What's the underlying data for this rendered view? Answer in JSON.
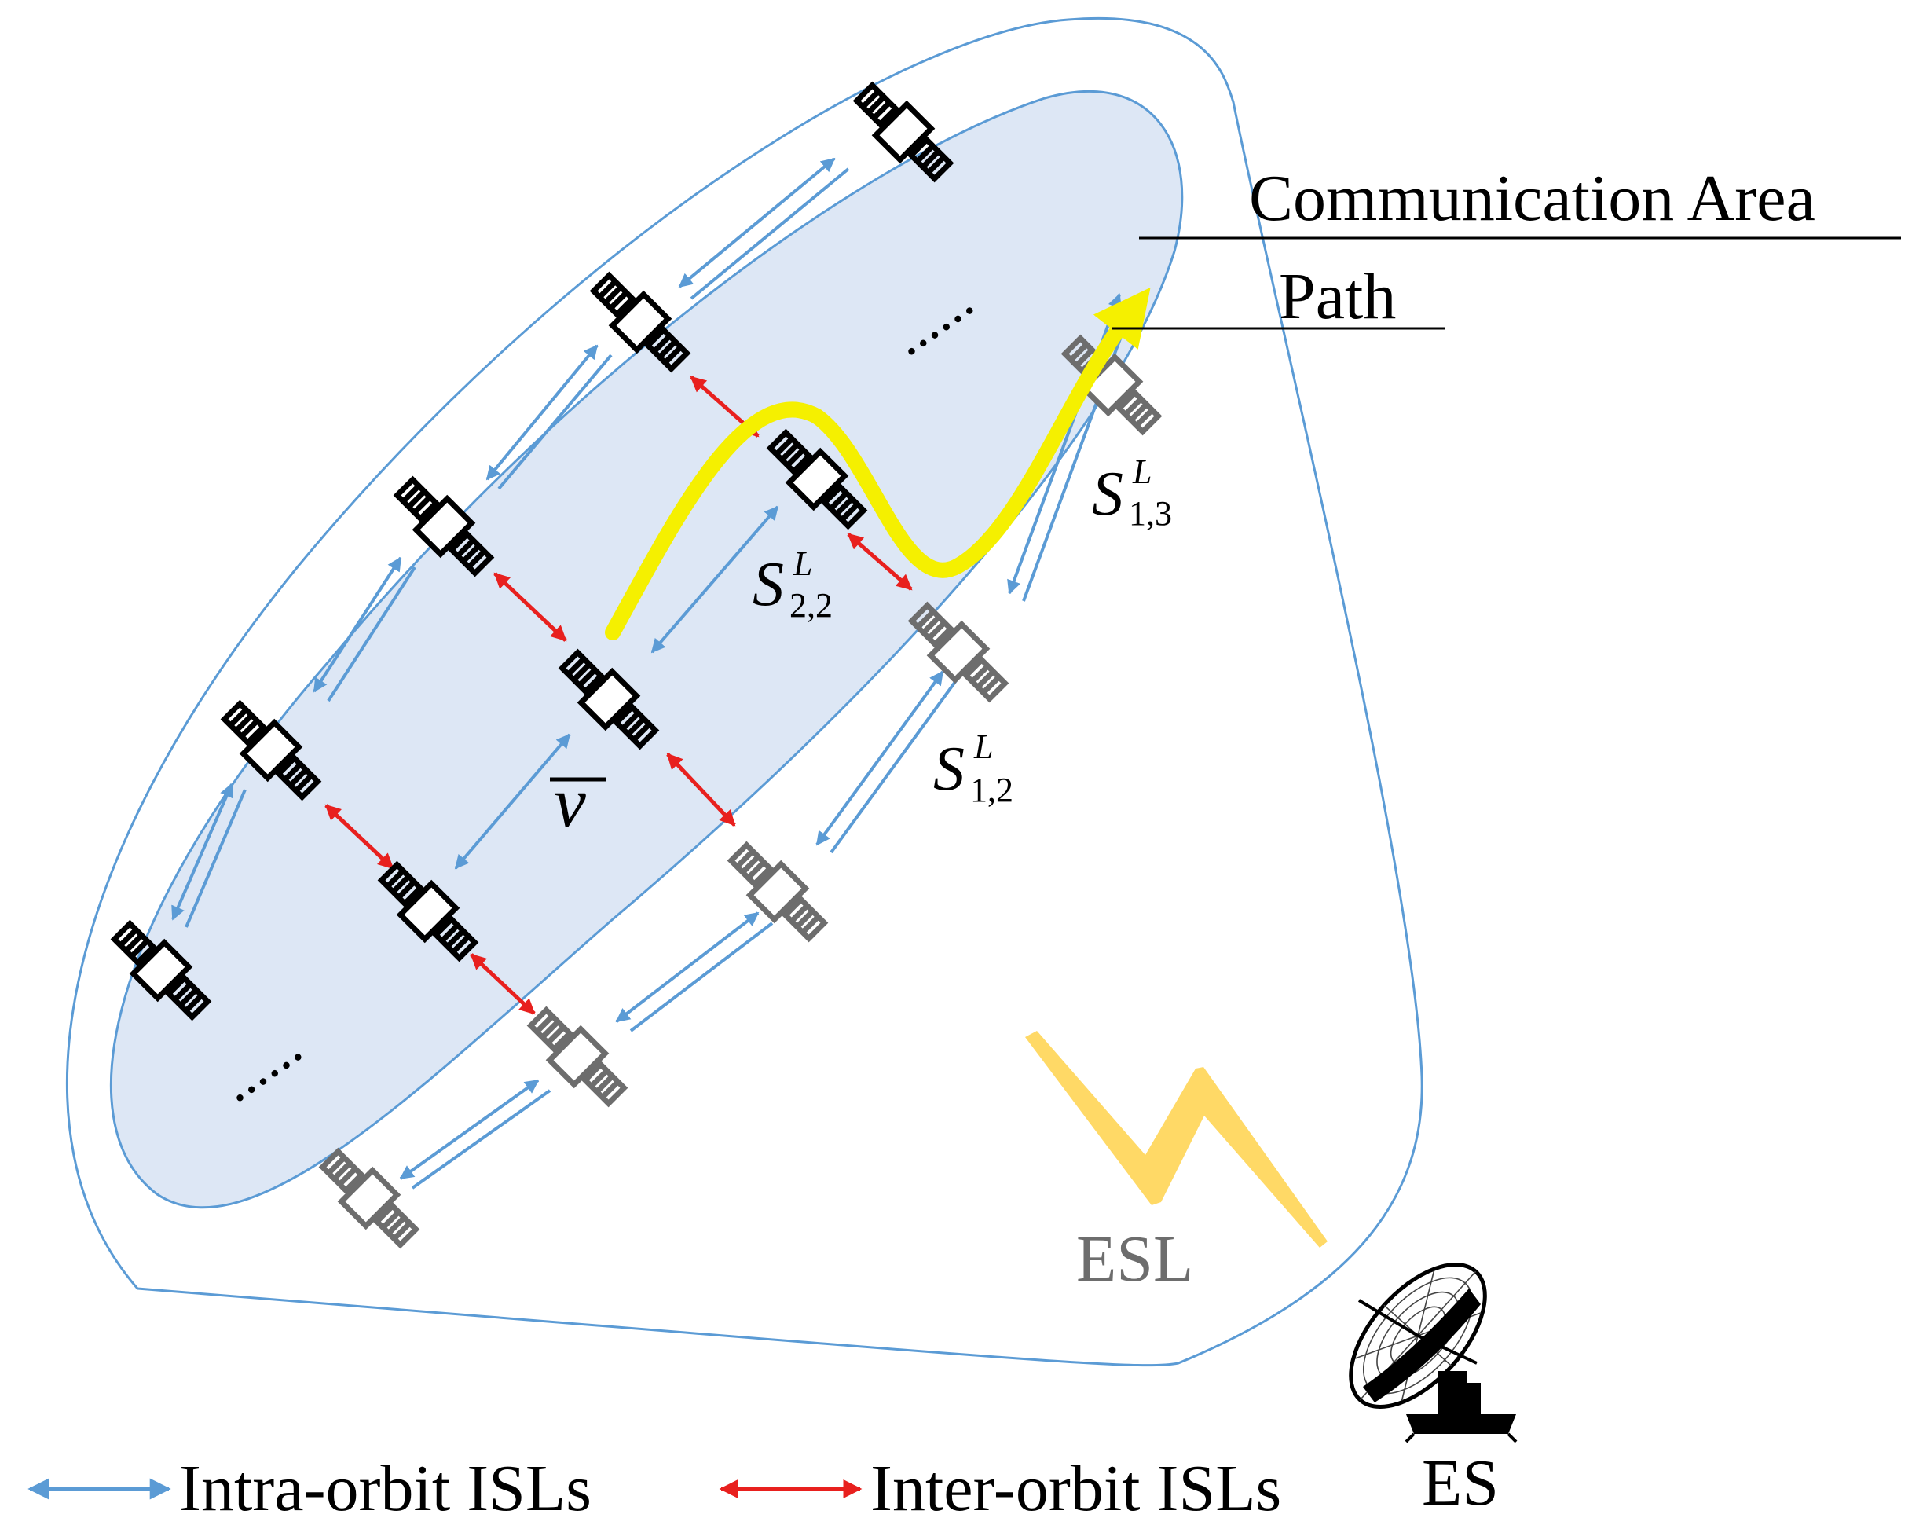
{
  "labels": {
    "communication_area": "Communication Area",
    "path": "Path",
    "esl": "ESL",
    "es": "ES",
    "v_bar": "v",
    "s12": {
      "base": "S",
      "sup": "L",
      "sub": "1,2"
    },
    "s13": {
      "base": "S",
      "sup": "L",
      "sub": "1,3"
    },
    "s22": {
      "base": "S",
      "sup": "L",
      "sub": "2,2"
    },
    "ellipsis": "......"
  },
  "legend": {
    "intra": "Intra-orbit ISLs",
    "inter": "Inter-orbit ISLs"
  },
  "colors": {
    "intra": "#5b9bd5",
    "inter": "#e8201e",
    "path": "#f5f000",
    "esl": "#ffd966",
    "area_fill": "#dde7f5",
    "outline": "#5b9bd5",
    "sat_black": "#000000",
    "sat_grey": "#6d6d6d"
  },
  "icons": {
    "satellite": "satellite-icon",
    "dish": "ground-station-dish-icon",
    "lightning": "esl-lightning-icon"
  }
}
